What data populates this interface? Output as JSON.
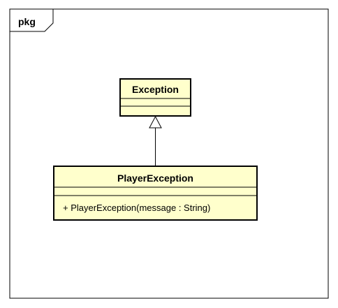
{
  "package": {
    "label": "pkg"
  },
  "classes": {
    "exception": {
      "name": "Exception",
      "attributes": [],
      "operations": []
    },
    "player_exception": {
      "name": "PlayerException",
      "attributes": [],
      "operations": [
        "+ PlayerException(message : String)"
      ]
    }
  },
  "relationships": [
    {
      "type": "generalization",
      "from": "PlayerException",
      "to": "Exception"
    }
  ],
  "colors": {
    "class_fill": "#FFFFCC",
    "stroke": "#000000",
    "background": "#FFFFFF"
  }
}
